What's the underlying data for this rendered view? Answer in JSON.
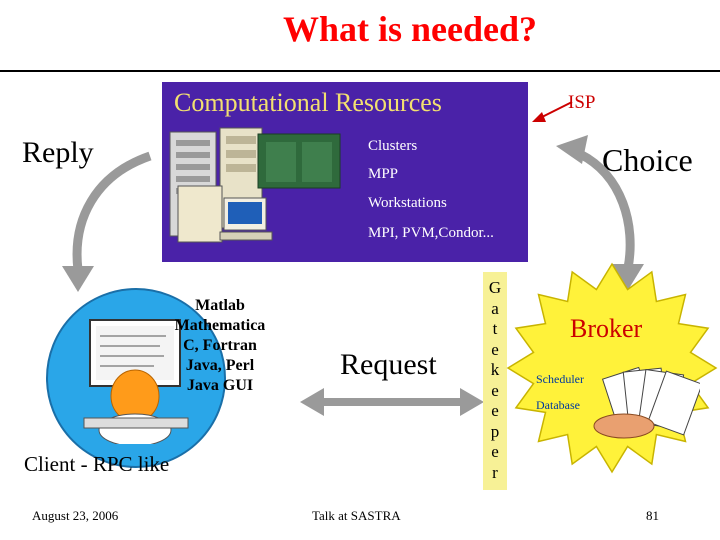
{
  "slide": {
    "title": "What is needed?",
    "resources": {
      "heading": "Computational Resources",
      "items": [
        "Clusters",
        "MPP",
        "Workstations",
        "MPI, PVM,Condor..."
      ]
    },
    "isp_label": "ISP",
    "reply_label": "Reply",
    "choice_label": "Choice",
    "client": {
      "tools": [
        "Matlab",
        "Mathematica",
        "C, Fortran",
        "Java, Perl",
        "Java GUI"
      ],
      "label": "Client - RPC like"
    },
    "request_label": "Request",
    "gatekeeper_letters": [
      "G",
      "a",
      "t",
      "e",
      "k",
      "e",
      "e",
      "p",
      "e",
      "r"
    ],
    "broker": {
      "label": "Broker",
      "items": [
        "Scheduler",
        "Database"
      ]
    },
    "footer": {
      "date": "August 23, 2006",
      "talk": "Talk at SASTRA",
      "page": "81"
    }
  },
  "colors": {
    "title": "#ff0000",
    "resources_panel": "#4a22a8",
    "resources_heading": "#f2e070",
    "client_circle": "#2aa6e8",
    "gatekeeper_bar": "#f7f196",
    "broker_star": "#fff23a",
    "broker_label": "#cc0000",
    "arrows": "#9a9a9a"
  }
}
